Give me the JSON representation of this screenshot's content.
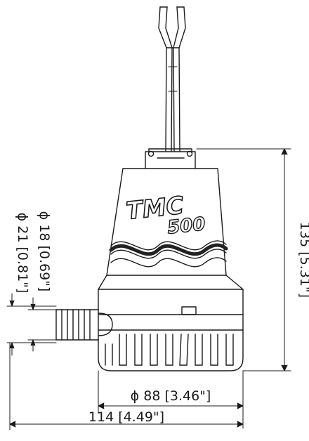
{
  "drawing": {
    "brand": "TMC",
    "model": "500",
    "dim_height": "135 [5.31\"]",
    "dim_body_diameter": "ϕ 88 [3.46\"]",
    "dim_overall_width": "114 [4.49\"]",
    "dim_outlet_inner": "ϕ 18 [0.69\"]",
    "dim_outlet_outer": "ϕ 21 [0.81\"]"
  },
  "colors": {
    "line": "#1a1a1a",
    "background": "#ffffff"
  }
}
